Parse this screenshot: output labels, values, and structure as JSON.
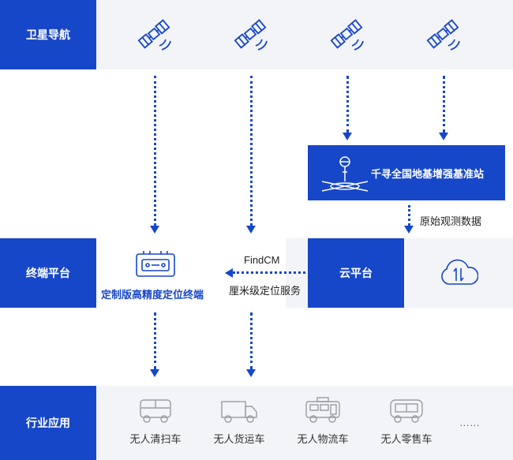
{
  "rows": {
    "satellite": "卫星导航",
    "terminal": "终端平台",
    "industry": "行业应用"
  },
  "base_station": {
    "label": "千寻全国地基增强基准站"
  },
  "raw_data_label": "原始观测数据",
  "cloud": {
    "label": "云平台"
  },
  "service": {
    "line1": "FindCM",
    "line2": "厘米级定位服务"
  },
  "terminal_device": {
    "label": "定制版高精度定位终端"
  },
  "vehicles": [
    {
      "label": "无人清扫车",
      "icon": "sweeper-vehicle-icon"
    },
    {
      "label": "无人货运车",
      "icon": "cargo-truck-icon"
    },
    {
      "label": "无人物流车",
      "icon": "logistics-vehicle-icon"
    },
    {
      "label": "无人零售车",
      "icon": "retail-vehicle-icon"
    }
  ],
  "more": "……",
  "colors": {
    "primary": "#1747c9",
    "band": "#f3f4f7"
  }
}
